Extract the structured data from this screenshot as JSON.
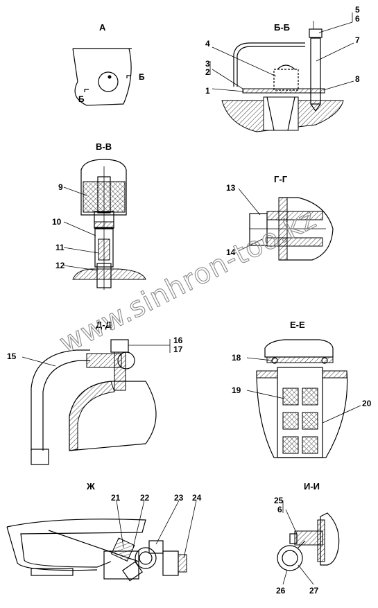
{
  "corner_mark": "",
  "sections": {
    "a": "А",
    "bb": "Б-Б",
    "vv": "В-В",
    "gg": "Г-Г",
    "dd": "Д-Д",
    "ee": "Е-Е",
    "zh": "Ж",
    "ii": "И-И"
  },
  "cut_marks": [
    "Б",
    "Б"
  ],
  "callouts": {
    "n1": "1",
    "n2": "2",
    "n3": "3",
    "n4": "4",
    "n5": "5",
    "n6": "6",
    "n7": "7",
    "n8": "8",
    "n9": "9",
    "n10": "10",
    "n11": "11",
    "n12": "12",
    "n13": "13",
    "n14": "14",
    "n15": "15",
    "n16": "16",
    "n17": "17",
    "n18": "18",
    "n19": "19",
    "n20": "20",
    "n21": "21",
    "n22": "22",
    "n23": "23",
    "n24": "24",
    "n25": "25",
    "n6b": "6",
    "n26": "26",
    "n27": "27"
  },
  "watermark": "www.sinhron-too.kz"
}
